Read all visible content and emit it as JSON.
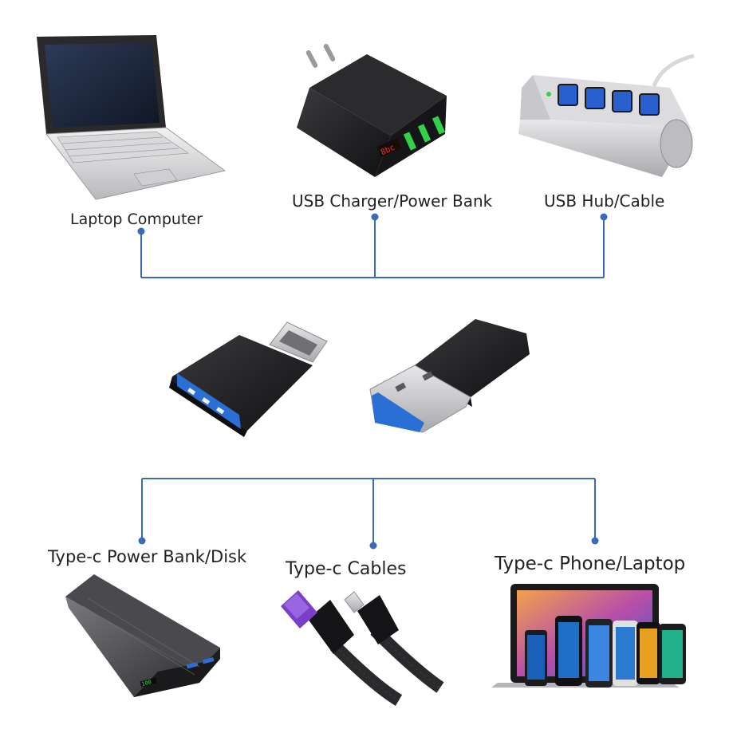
{
  "top_devices": [
    {
      "label": "Laptop Computer",
      "icon": "laptop-icon"
    },
    {
      "label": "USB Charger/Power Bank",
      "icon": "usb-charger-icon"
    },
    {
      "label": "USB Hub/Cable",
      "icon": "usb-hub-icon"
    }
  ],
  "adapters": [
    {
      "icon": "usb-a-female-to-type-c-adapter-icon"
    },
    {
      "icon": "usb-a-male-to-type-c-adapter-icon"
    }
  ],
  "bottom_devices": [
    {
      "label": "Type-c Power Bank/Disk",
      "icon": "power-bank-icon"
    },
    {
      "label": "Type-c Cables",
      "icon": "cables-icon"
    },
    {
      "label": "Type-c Phone/Laptop",
      "icon": "phone-laptop-icon"
    }
  ],
  "colors": {
    "connector_line": "#3a6ab8",
    "usb3_blue": "#2a6fd6",
    "adapter_body": "#1c1c1e",
    "cable_purple": "#7a3fc8"
  }
}
